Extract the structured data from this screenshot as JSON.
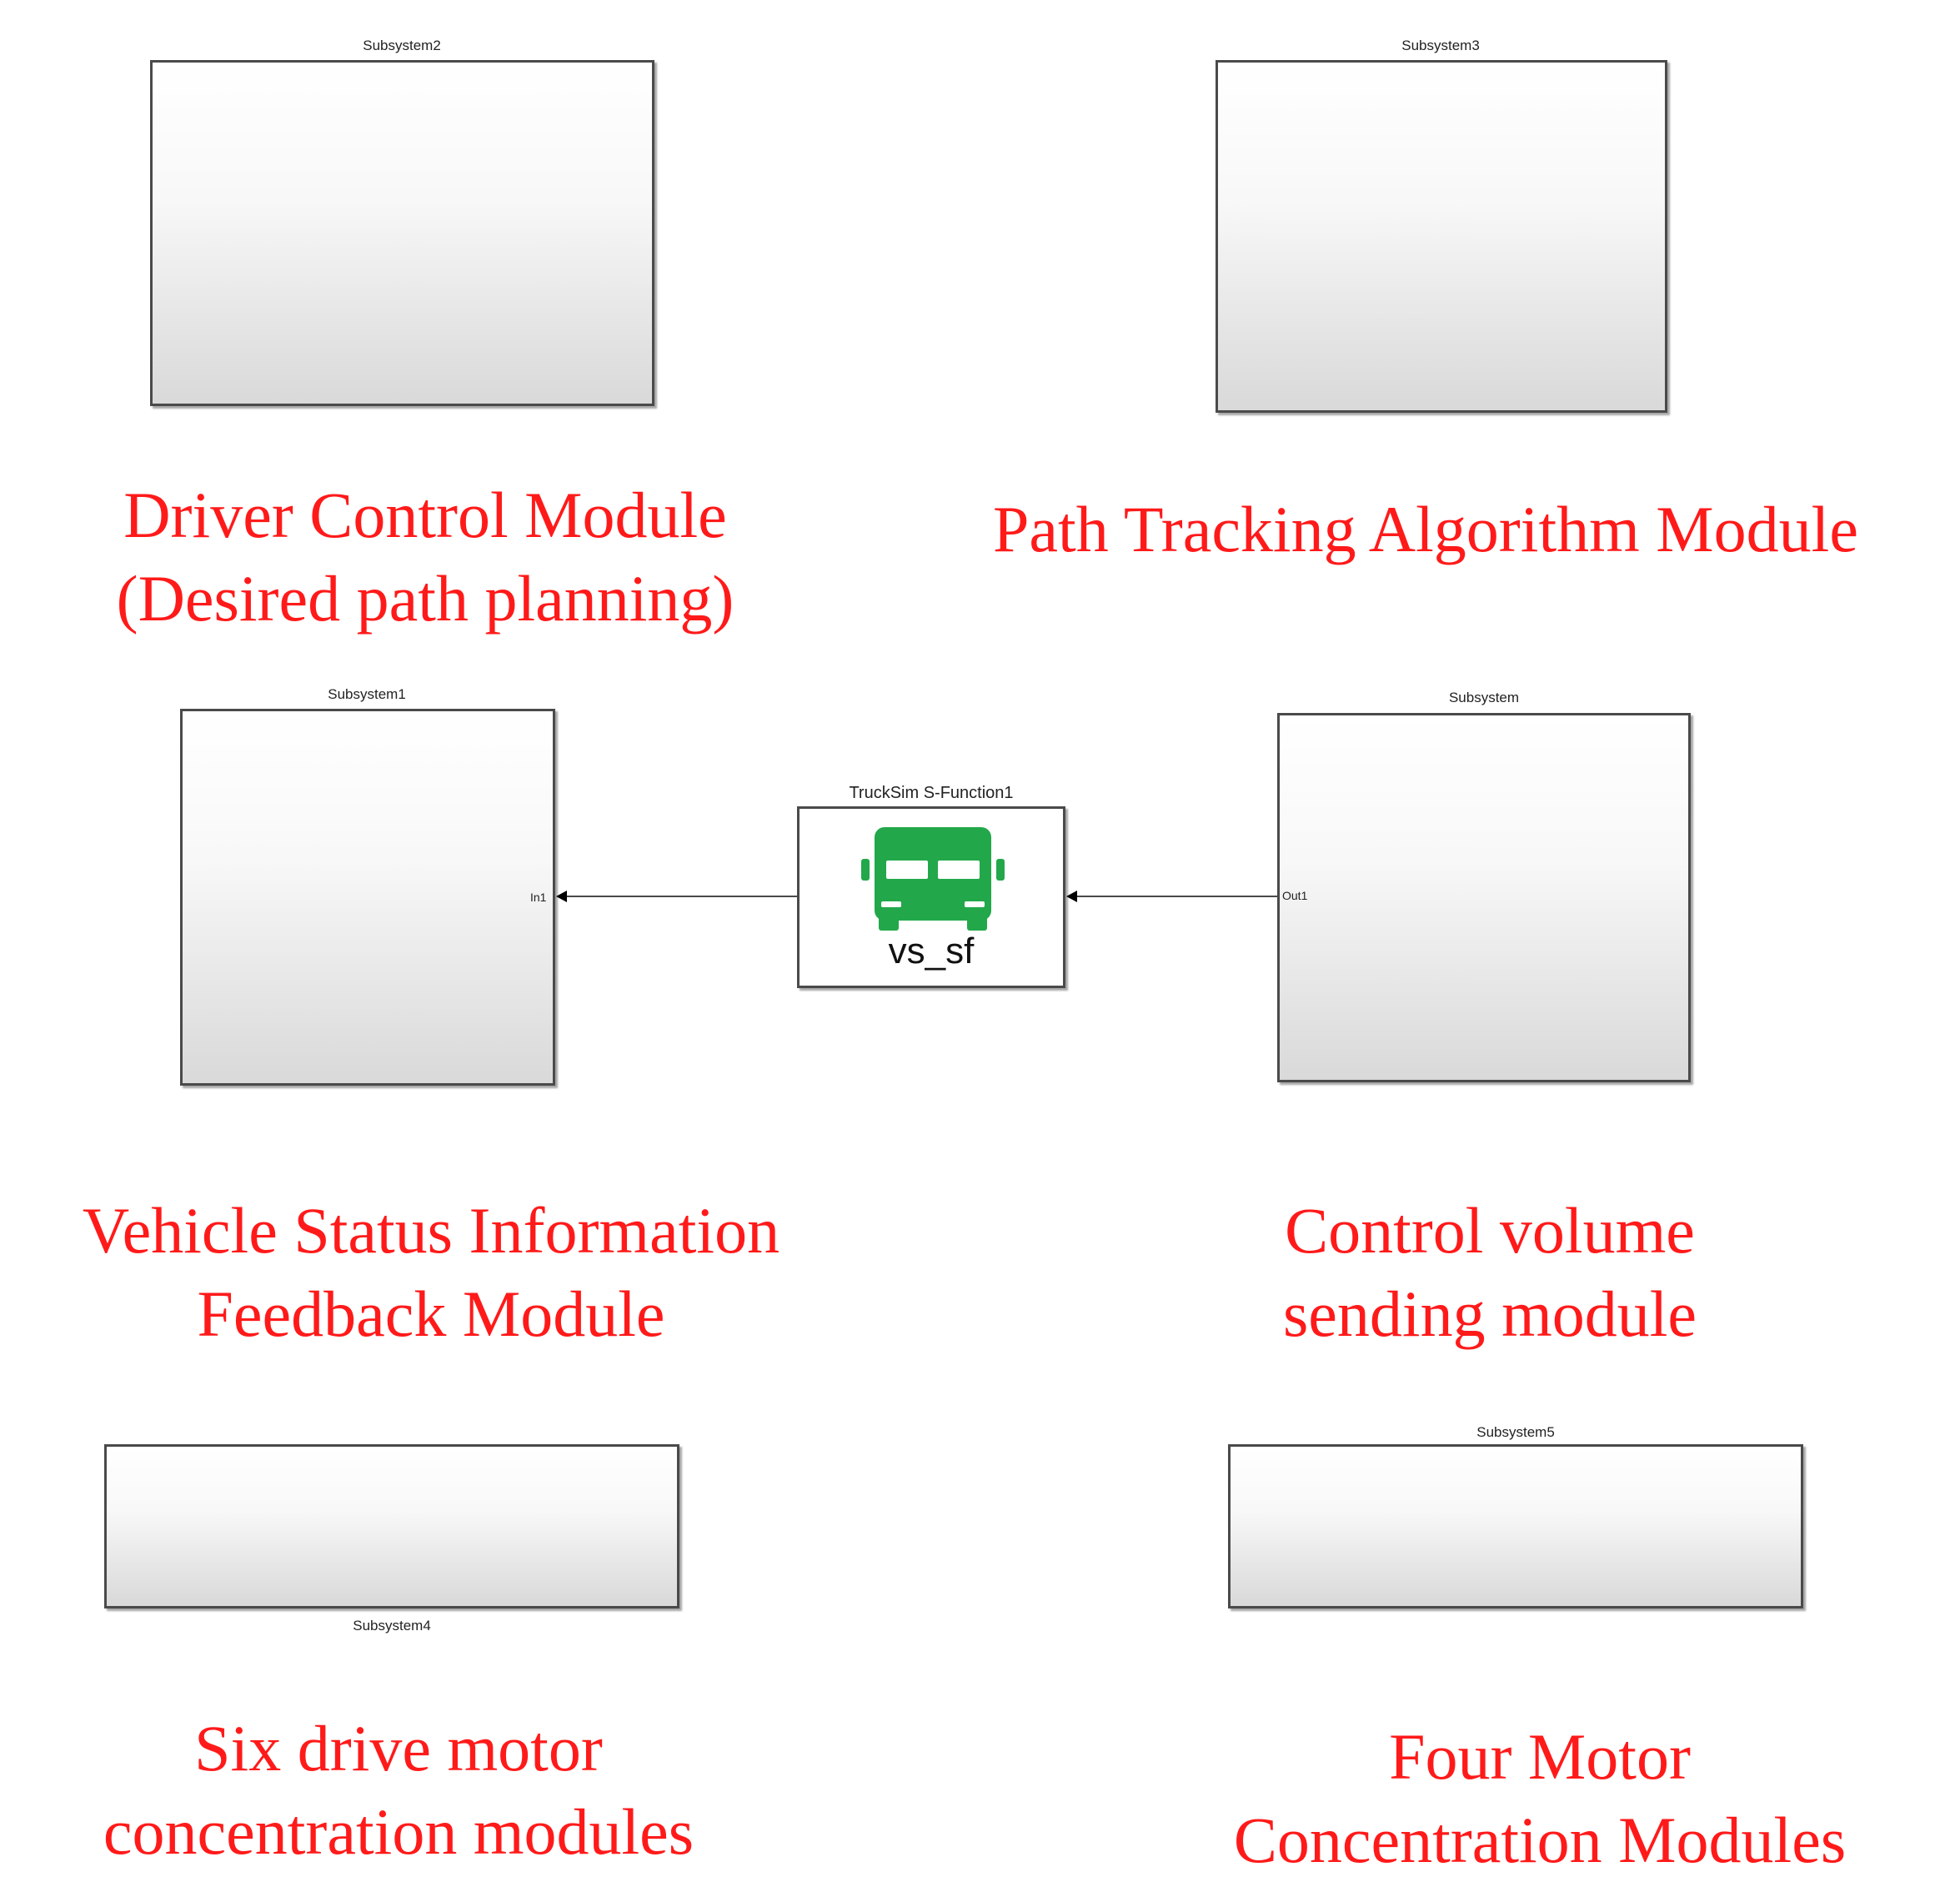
{
  "blocks": {
    "subsystem2": {
      "name": "Subsystem2"
    },
    "subsystem3": {
      "name": "Subsystem3"
    },
    "subsystem1": {
      "name": "Subsystem1",
      "port": "In1"
    },
    "subsystem": {
      "name": "Subsystem",
      "port": "Out1"
    },
    "subsystem4": {
      "name": "Subsystem4"
    },
    "subsystem5": {
      "name": "Subsystem5"
    },
    "truck_sfunction": {
      "name": "TruckSim S-Function1",
      "text": "vs_sf",
      "icon": "truck-icon",
      "icon_color": "#22a84a"
    }
  },
  "labels": {
    "driver_control": [
      "Driver Control Module",
      "(Desired path planning)"
    ],
    "path_tracking": [
      "Path Tracking Algorithm Module"
    ],
    "vehicle_status": [
      "Vehicle Status Information",
      "Feedback Module"
    ],
    "control_volume": [
      "Control volume",
      "sending module"
    ],
    "six_drive": [
      "Six drive motor",
      "concentration modules"
    ],
    "four_motor": [
      "Four Motor",
      "Concentration Modules"
    ]
  },
  "colors": {
    "label_red": "#ff1a1a",
    "block_border": "#4a4a4a"
  }
}
